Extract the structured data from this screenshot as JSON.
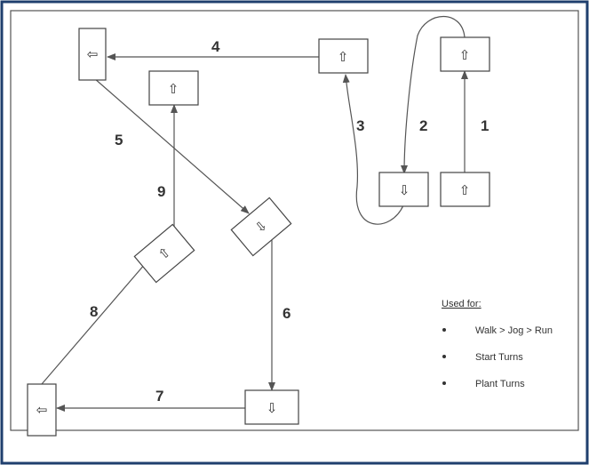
{
  "colors": {
    "outer_border": "#1f3f6e",
    "stroke": "#555555",
    "text": "#333333",
    "background": "#ffffff"
  },
  "edges": [
    "1",
    "2",
    "3",
    "4",
    "5",
    "6",
    "7",
    "8",
    "9"
  ],
  "legend": {
    "title": "Used for:",
    "items": [
      "Walk > Jog > Run",
      "Start Turns",
      "Plant Turns"
    ]
  },
  "glyphs": {
    "up": "⇧",
    "down": "⇩",
    "left": "⇦"
  }
}
